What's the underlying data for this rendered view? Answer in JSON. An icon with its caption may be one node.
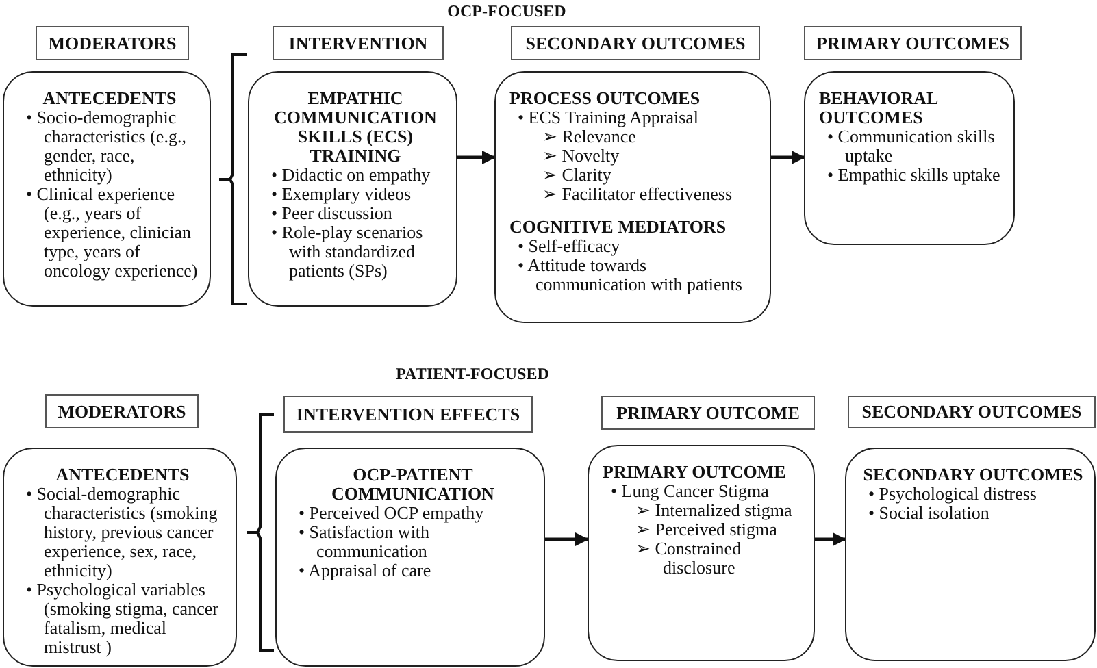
{
  "diagram": {
    "nodes": [
      {
        "text": [
          "MODERATORS"
        ]
      },
      {
        "text": [
          "INTERVENTION"
        ]
      },
      {
        "text": [
          "SECONDARY OUTCOMES"
        ]
      },
      {
        "text": [
          "PRIMARY OUTCOMES"
        ]
      },
      {
        "text": [
          "ANTECEDENTS",
          "• Socio-demographic characteristics (e.g., gender, race, ethnicity)",
          "• Clinical experience (e.g., years of experience, clinician type, years of oncology experience)"
        ]
      },
      {
        "text": [
          "EMPATHIC COMMUNICATION SKILLS (ECS) TRAINING",
          "• Didactic on empathy",
          "• Exemplary videos",
          "• Peer discussion",
          "• Role-play scenarios with standardized patients (SPs)"
        ]
      },
      {
        "text": [
          "PROCESS OUTCOMES",
          "• ECS Training Appraisal",
          "➢ Relevance",
          "➢ Novelty",
          "➢ Clarity",
          "➢ Facilitator effectiveness",
          "COGNITIVE MEDIATORS",
          "• Self-efficacy",
          "• Attitude towards communication with patients"
        ]
      },
      {
        "text": [
          "BEHAVIORAL OUTCOMES",
          "• Communication skills uptake",
          "• Empathic skills uptake"
        ]
      },
      {
        "text": [
          "MODERATORS"
        ]
      },
      {
        "text": [
          "INTERVENTION EFFECTS"
        ]
      },
      {
        "text": [
          "PRIMARY OUTCOME"
        ]
      },
      {
        "text": [
          "SECONDARY OUTCOMES"
        ]
      },
      {
        "text": [
          "ANTECEDENTS",
          "• Social-demographic characteristics (smoking history, previous cancer experience, sex, race, ethnicity)",
          "• Psychological variables (smoking stigma, cancer fatalism, medical mistrust )"
        ]
      },
      {
        "text": [
          "OCP-PATIENT COMMUNICATION",
          "• Perceived OCP empathy",
          "• Satisfaction with communication",
          "• Appraisal of care"
        ]
      },
      {
        "text": [
          "PRIMARY OUTCOME",
          "• Lung Cancer Stigma",
          "➢ Internalized stigma",
          "➢ Perceived stigma",
          "➢ Constrained disclosure"
        ]
      },
      {
        "text": [
          "SECONDARY OUTCOMES",
          "• Psychological distress",
          "• Social isolation"
        ]
      }
    ],
    "edges": [
      {
        "from": 5,
        "to": 6,
        "arrow": "to"
      },
      {
        "from": 6,
        "to": 7,
        "arrow": "to"
      },
      {
        "from": 13,
        "to": 14,
        "arrow": "to"
      },
      {
        "from": 14,
        "to": 15,
        "arrow": "to"
      }
    ],
    "labels": [
      "OCP-FOCUSED",
      "PATIENT-FOCUSED"
    ]
  }
}
